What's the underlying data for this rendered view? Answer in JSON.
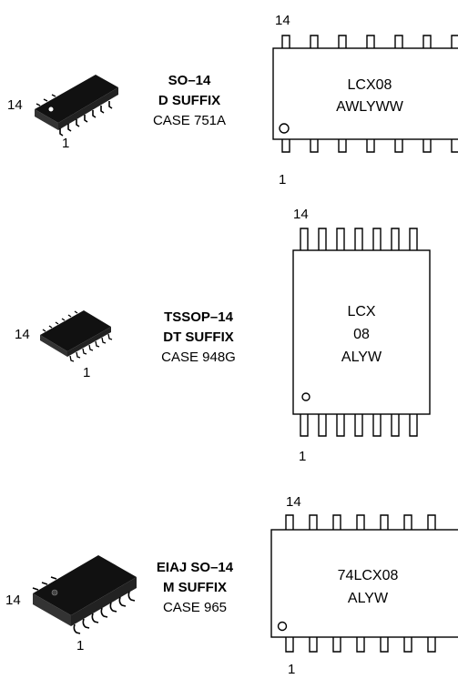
{
  "packages": [
    {
      "name": "SO–14",
      "suffix": "D SUFFIX",
      "case": "CASE 751A",
      "photo_pin_label_left": "14",
      "photo_pin_label_bottom": "1",
      "marking_lines": [
        "LCX08",
        "AWLYWW"
      ],
      "diagram_pin_top": "14",
      "diagram_pin_bottom": "1"
    },
    {
      "name": "TSSOP–14",
      "suffix": "DT SUFFIX",
      "case": "CASE 948G",
      "photo_pin_label_left": "14",
      "photo_pin_label_bottom": "1",
      "marking_lines": [
        "LCX",
        "08",
        "ALYW"
      ],
      "diagram_pin_top": "14",
      "diagram_pin_bottom": "1"
    },
    {
      "name": "EIAJ SO–14",
      "suffix": "M SUFFIX",
      "case": "CASE 965",
      "photo_pin_label_left": "14",
      "photo_pin_label_bottom": "1",
      "marking_lines": [
        "74LCX08",
        "ALYW"
      ],
      "diagram_pin_top": "14",
      "diagram_pin_bottom": "1"
    }
  ]
}
